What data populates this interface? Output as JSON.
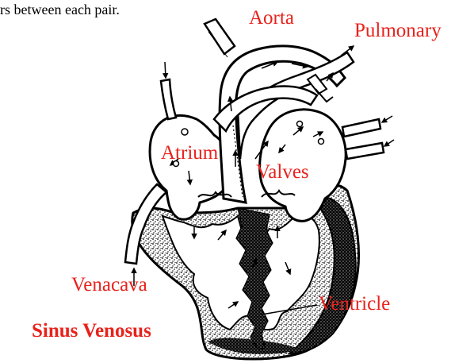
{
  "caption_fragment": "rs between each pair.",
  "labels": {
    "aorta": "Aorta",
    "pulmonary": "Pulmonary",
    "atrium": "Atrium",
    "valves": "Valves",
    "venacava": "Venacava",
    "ventricle": "Ventricle",
    "sinus_venosus": "Sinus Venosus"
  },
  "colors": {
    "label_red": "#e8221c",
    "caption_black": "#000000",
    "drawing_ink": "#000000",
    "background": "#ffffff"
  }
}
